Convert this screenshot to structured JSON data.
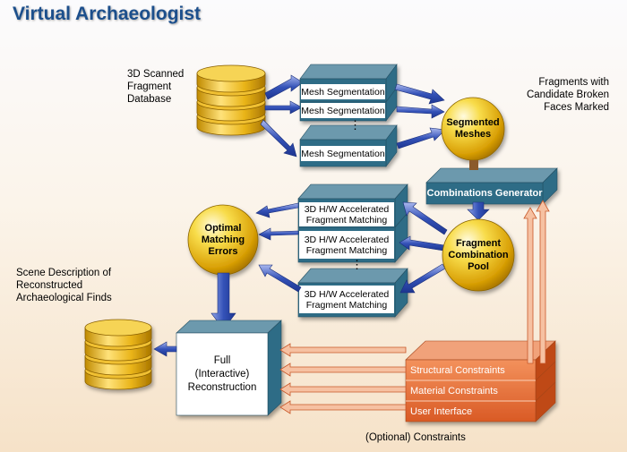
{
  "title": "Virtual Archaeologist",
  "labels": {
    "database": [
      "3D Scanned",
      "Fragment",
      "Database"
    ],
    "fragments_marked": [
      "Fragments with",
      "Candidate Broken",
      "Faces Marked"
    ],
    "scene_description": [
      "Scene Description of",
      "Reconstructed",
      "Archaeological Finds"
    ],
    "optional_constraints": "(Optional) Constraints"
  },
  "mesh_segmentation": {
    "box1": "Mesh Segmentation",
    "box2": "Mesh Segmentation",
    "box3": "Mesh Segmentation",
    "ellipsis": "⋮"
  },
  "fragment_matching": {
    "box1": [
      "3D H/W Accelerated",
      "Fragment Matching"
    ],
    "box2": [
      "3D H/W Accelerated",
      "Fragment Matching"
    ],
    "box3": [
      "3D H/W Accelerated",
      "Fragment Matching"
    ],
    "ellipsis": "⋮"
  },
  "spheres": {
    "segmented_meshes": [
      "Segmented",
      "Meshes"
    ],
    "combination_pool": [
      "Fragment",
      "Combination",
      "Pool"
    ],
    "matching_errors": [
      "Optimal",
      "Matching",
      "Errors"
    ]
  },
  "combinations_generator": "Combinations Generator",
  "reconstruction": [
    "Full",
    "(Interactive)",
    "Reconstruction"
  ],
  "constraints": {
    "structural": "Structural Constraints",
    "material": "Material Constraints",
    "user_interface": "User Interface"
  },
  "colors": {
    "title": "#1c4f8c",
    "box_front": "#ffffff",
    "box_side": "#2f6c86",
    "arrow_blue": "#2d4fb0",
    "sphere": "#f2c10f",
    "constraint": "#e8703a",
    "database_gold": "#e9b418"
  }
}
